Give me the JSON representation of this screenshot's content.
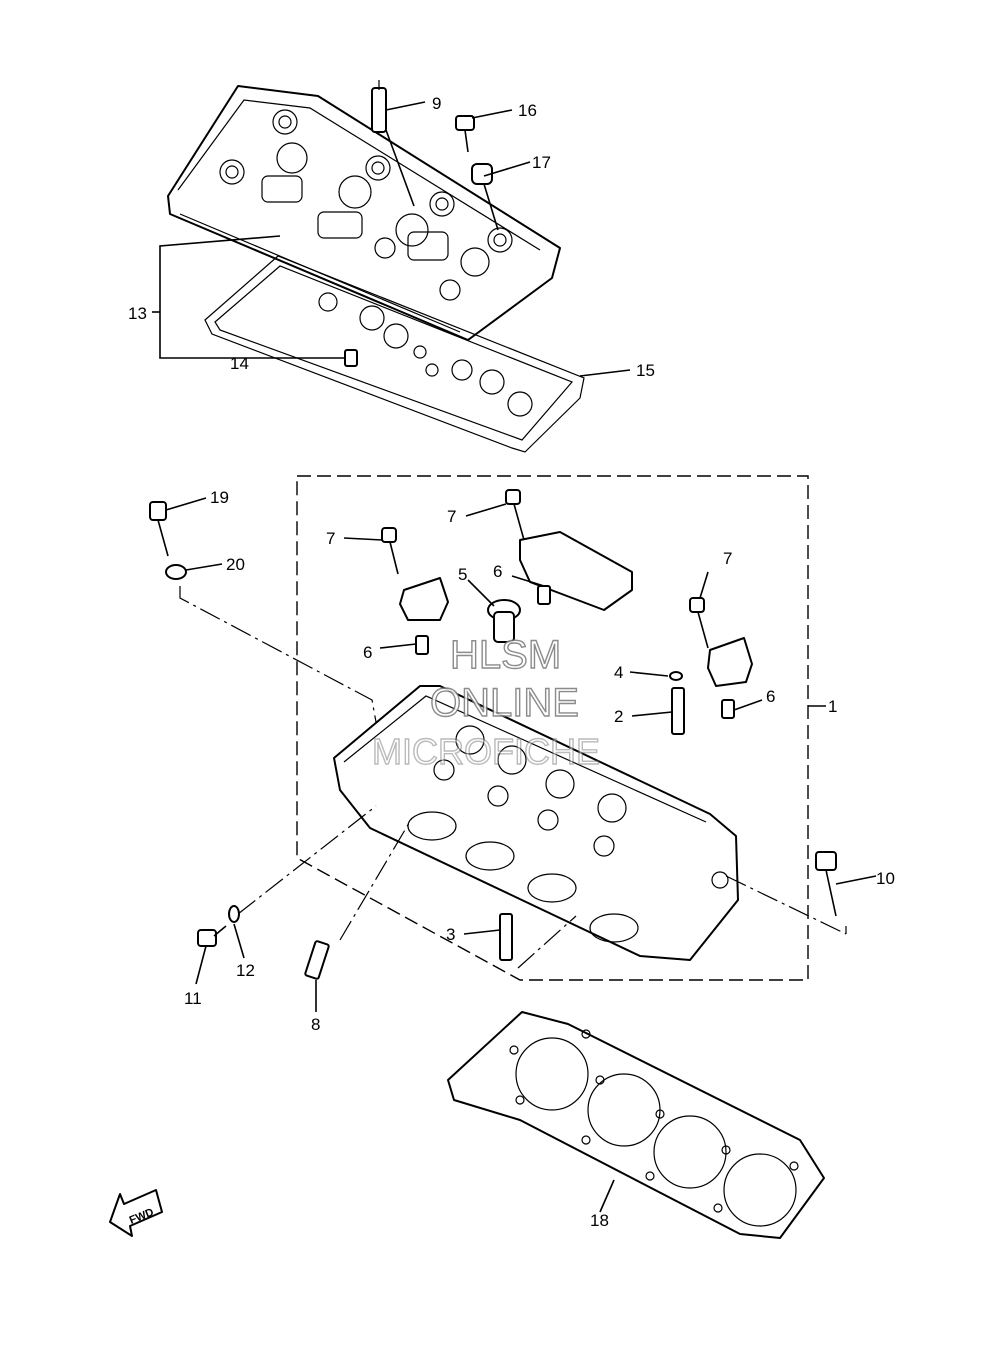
{
  "callouts": {
    "c1": "1",
    "c2": "2",
    "c3": "3",
    "c4": "4",
    "c5": "5",
    "c6a": "6",
    "c6b": "6",
    "c6c": "6",
    "c7a": "7",
    "c7b": "7",
    "c7c": "7",
    "c8": "8",
    "c9": "9",
    "c10": "10",
    "c11": "11",
    "c12": "12",
    "c13": "13",
    "c14": "14",
    "c15": "15",
    "c16": "16",
    "c17": "17",
    "c18": "18",
    "c19": "19",
    "c20": "20"
  },
  "watermark": {
    "line1": "HLSM",
    "line2": "ONLINE",
    "line3": "MICROFICHE"
  },
  "fwd_label": "FWD"
}
